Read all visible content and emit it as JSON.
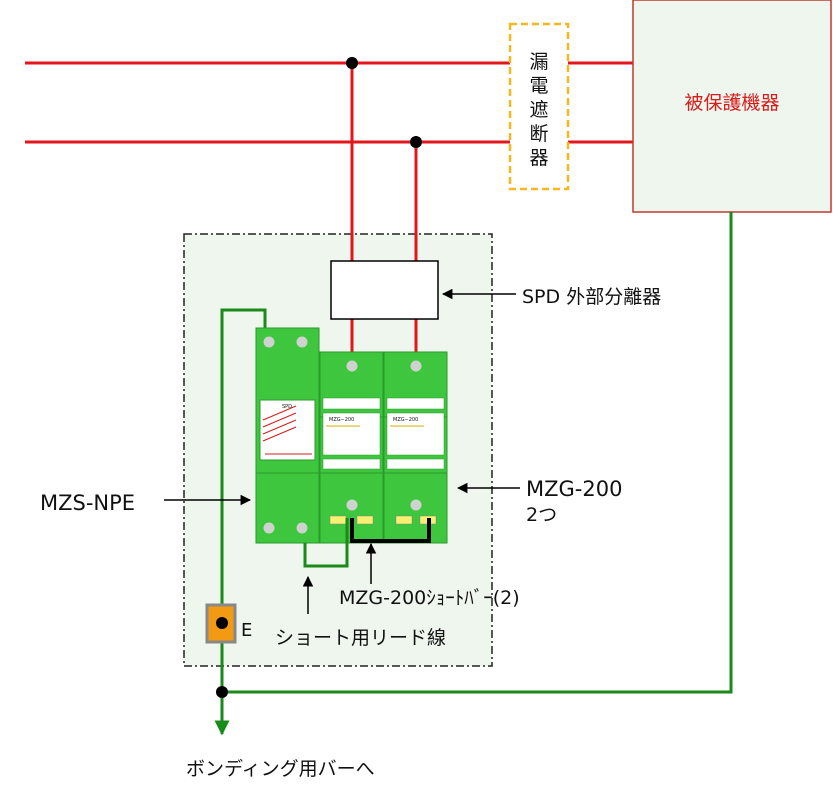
{
  "leakage_breaker": {
    "chars": [
      "漏",
      "電",
      "遮",
      "断",
      "器"
    ]
  },
  "protected_device": {
    "label": "被保護機器"
  },
  "spd_disconnector": {
    "label": "SPD 外部分離器"
  },
  "mzs_npe": {
    "label": "MZS-NPE",
    "module_text": "SPD"
  },
  "mzg_200": {
    "label_line1": "MZG-200",
    "label_line2": "2つ",
    "module_text": "MZG−200"
  },
  "short_bar": {
    "label": "MZG-200ｼｮｰﾄﾊﾞｰ(2)"
  },
  "short_lead": {
    "label": "ショート用リード線"
  },
  "earth_terminal": {
    "label": "E"
  },
  "bonding_bar": {
    "label": "ボンディング用バーへ"
  },
  "colors": {
    "line": "#e3161b",
    "ground": "#1a8a1a",
    "module": "#3ec63e",
    "breaker_border": "#f5b820",
    "enclosure_bg": "#eef6ee",
    "earth_terminal": "#f29a13"
  }
}
